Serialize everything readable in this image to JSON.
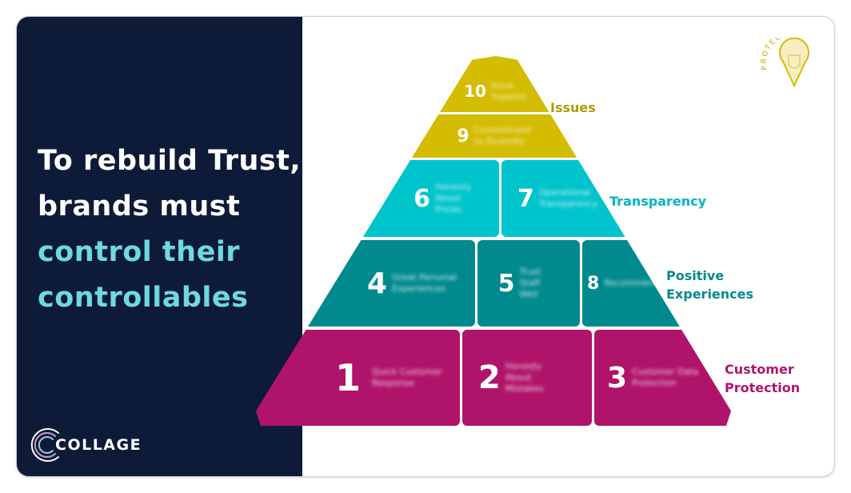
{
  "headline": {
    "line1": "To rebuild Trust,",
    "line2": "brands must",
    "line3": "control their",
    "line4": "controllables"
  },
  "logo": {
    "text": "COLLAGE"
  },
  "badge": {
    "text": "PROTECT ME"
  },
  "tiers": [
    {
      "label": "Issues",
      "color": "#b09a00"
    },
    {
      "label": "Transparency",
      "color": "#00b5c0"
    },
    {
      "label": "Positive Experiences",
      "color": "#008a8e"
    },
    {
      "label": "Customer Protection",
      "color": "#b0146a"
    }
  ],
  "cells": {
    "c10": {
      "num": "10",
      "text": "Issue Support"
    },
    "c9": {
      "num": "9",
      "text": "Commitment to Diversity"
    },
    "c6": {
      "num": "6",
      "text": "Honesty About Prices"
    },
    "c7": {
      "num": "7",
      "text": "Operational Transparency"
    },
    "c4": {
      "num": "4",
      "text": "Great Personal Experiences"
    },
    "c5": {
      "num": "5",
      "text": "Trust Staff Well"
    },
    "c8": {
      "num": "8",
      "text": "Recommendations"
    },
    "c1": {
      "num": "1",
      "text": "Quick Customer Response"
    },
    "c2": {
      "num": "2",
      "text": "Honesty About Mistakes"
    },
    "c3": {
      "num": "3",
      "text": "Customer Data Protection"
    }
  }
}
